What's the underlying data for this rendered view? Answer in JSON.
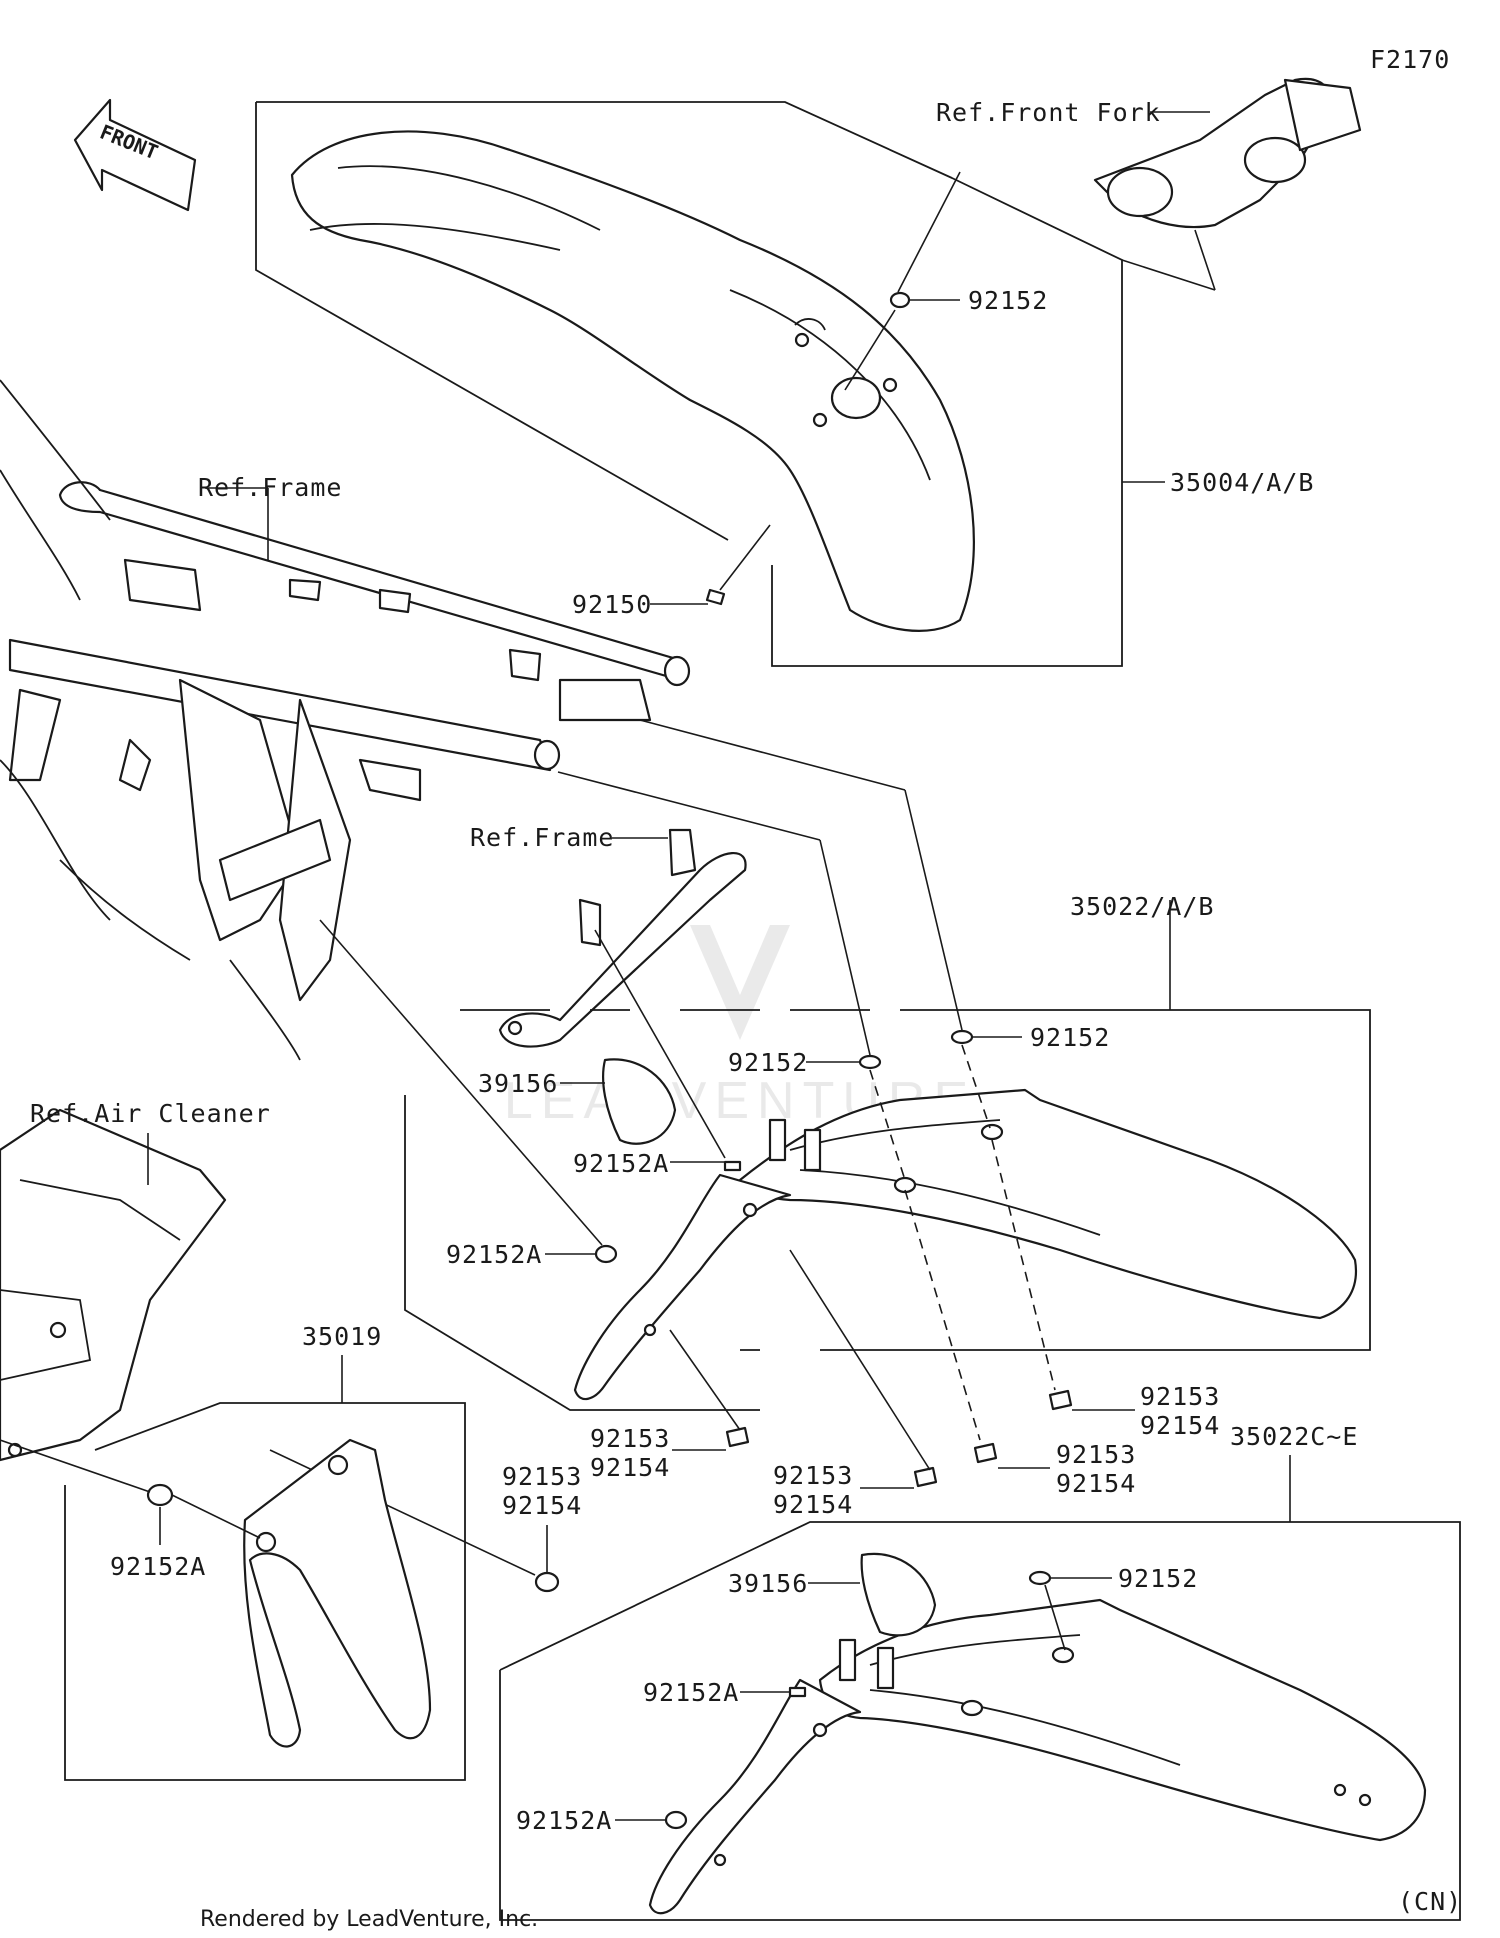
{
  "diagram_code": "F2170",
  "front_arrow": {
    "text": "FRONT",
    "icon": "front-direction-arrow-icon"
  },
  "references": {
    "front_fork": "Ref.Front Fork",
    "frame_main": "Ref.Frame",
    "frame_bracket": "Ref.Frame",
    "air_cleaner": "Ref.Air Cleaner"
  },
  "part_numbers": {
    "front_fender": "35004/A/B",
    "front_fender_washer": "92152",
    "front_fender_bolt": "92150",
    "rear_fender_group": "35022/A/B",
    "rear_fender_group_cn": "35022C~E",
    "mud_flap": "35019",
    "pad_a": "39156",
    "pad_b": "39156",
    "washer_a1": "92152",
    "washer_a2": "92152",
    "washer_b1": "92152",
    "collar_a1": "92152A",
    "collar_a2": "92152A",
    "collar_b1": "92152A",
    "collar_b2": "92152A",
    "collar_c": "92152A",
    "bolt_1": "92153",
    "bolt_1b": "92154",
    "bolt_2": "92153",
    "bolt_2b": "92154",
    "bolt_3": "92153",
    "bolt_3b": "92154",
    "bolt_4": "92153",
    "bolt_4b": "92154",
    "bolt_5": "92153",
    "bolt_5b": "92154"
  },
  "region_note": "(CN)",
  "footer": "Rendered by LeadVenture, Inc.",
  "watermark": "LEADVENTURE"
}
